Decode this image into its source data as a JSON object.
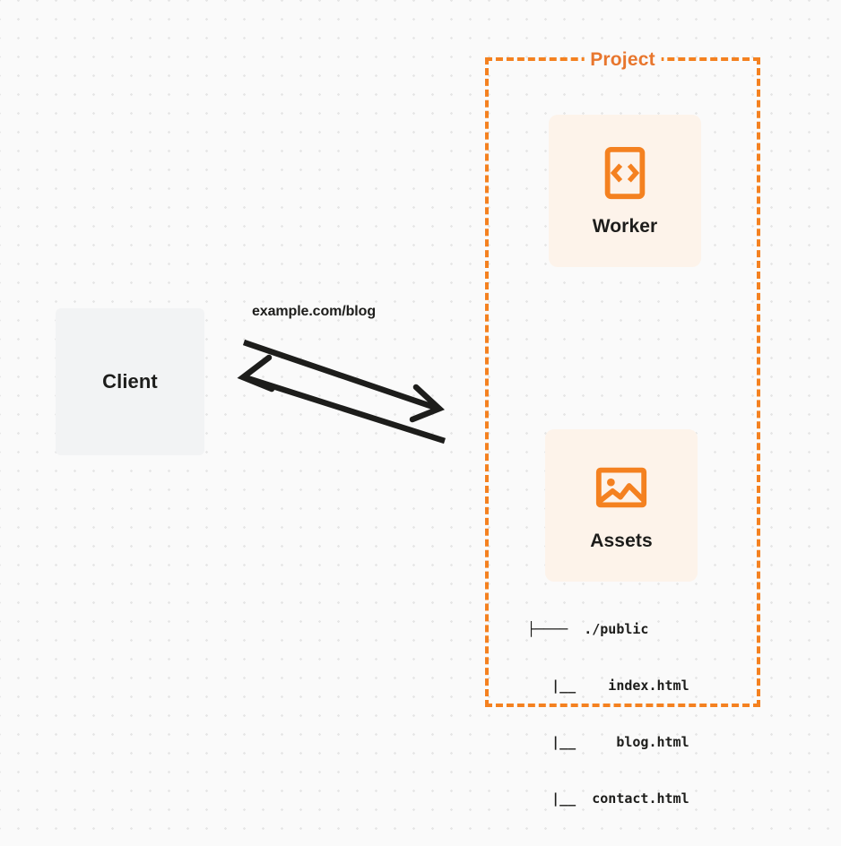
{
  "diagram": {
    "background": {
      "color": "#fafafa",
      "dot_color": "#e6e6e6"
    },
    "colors": {
      "accent_orange": "#f48120",
      "title_orange": "#e8762d",
      "card_bg": "#fdf3ea",
      "client_bg": "#f2f3f4",
      "text": "#1d1d1b"
    },
    "client": {
      "label": "Client"
    },
    "connection": {
      "label": "example.com/blog",
      "request_direction": "client-to-project",
      "response_direction": "project-to-client"
    },
    "project": {
      "title": "Project",
      "border_style": "dashed",
      "cards": [
        {
          "title": "Worker",
          "icon": "code-brackets-icon"
        },
        {
          "title": "Assets",
          "icon": "image-icon"
        }
      ],
      "file_tree": [
        "├────  ./public",
        "   |__    index.html",
        "   |__     blog.html",
        "   |__  contact.html"
      ]
    }
  }
}
